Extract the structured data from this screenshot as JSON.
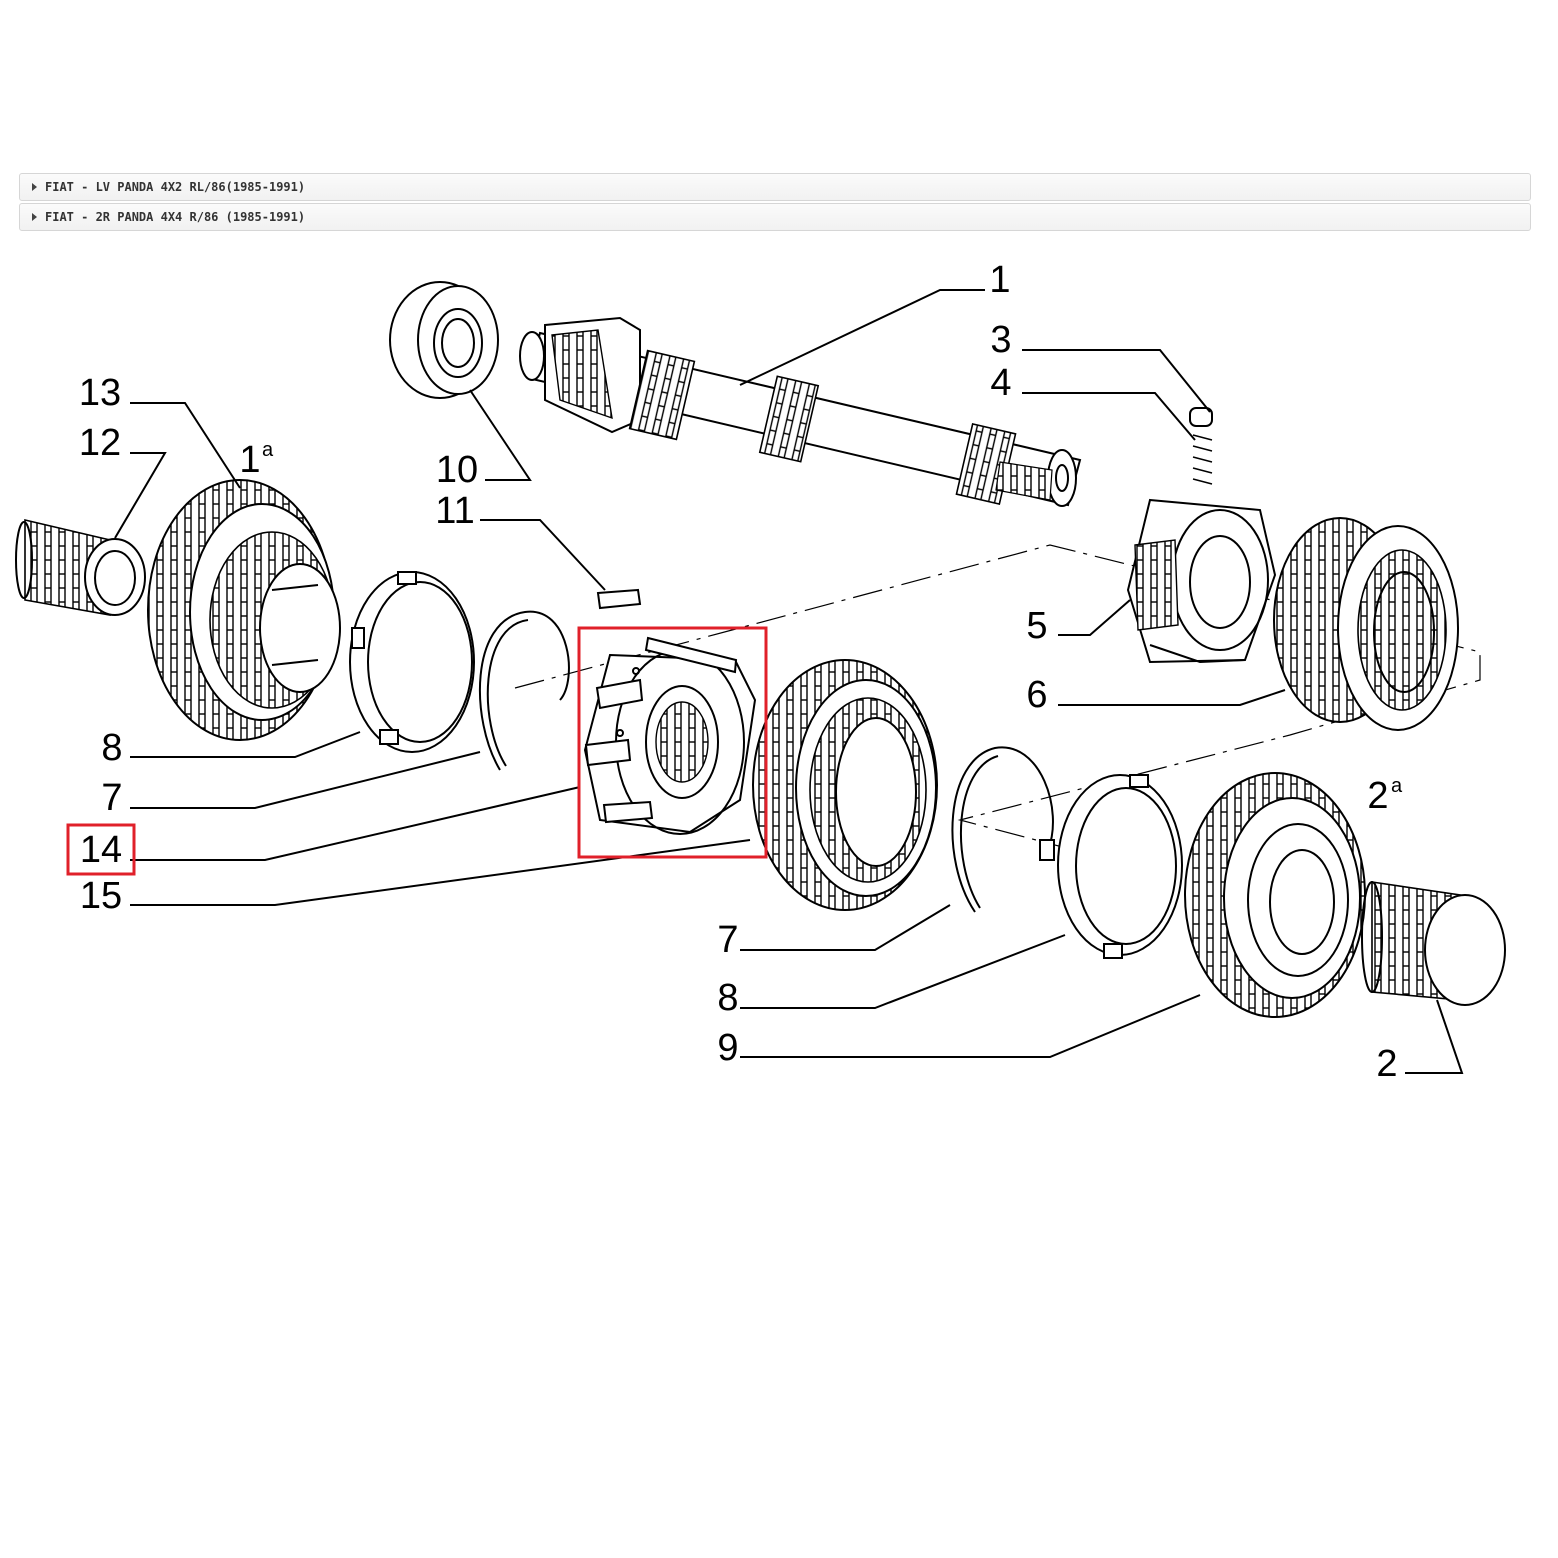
{
  "accordion": [
    {
      "label": "FIAT - LV PANDA 4X2 RL/86(1985-1991)"
    },
    {
      "label": "FIAT - 2R PANDA 4X4 R/86 (1985-1991)"
    }
  ],
  "diagram": {
    "callouts": {
      "c1": "1",
      "c2": "2",
      "c3": "3",
      "c4": "4",
      "c5": "5",
      "c6": "6",
      "c7a": "7",
      "c7b": "7",
      "c8a": "8",
      "c8b": "8",
      "c9": "9",
      "c10": "10",
      "c11": "11",
      "c12": "12",
      "c13": "13",
      "c14": "14",
      "c15": "15"
    },
    "gear_labels": {
      "first": {
        "num": "1",
        "sup": "a"
      },
      "second": {
        "num": "2",
        "sup": "a"
      }
    },
    "highlight_color": "#e0202a"
  }
}
